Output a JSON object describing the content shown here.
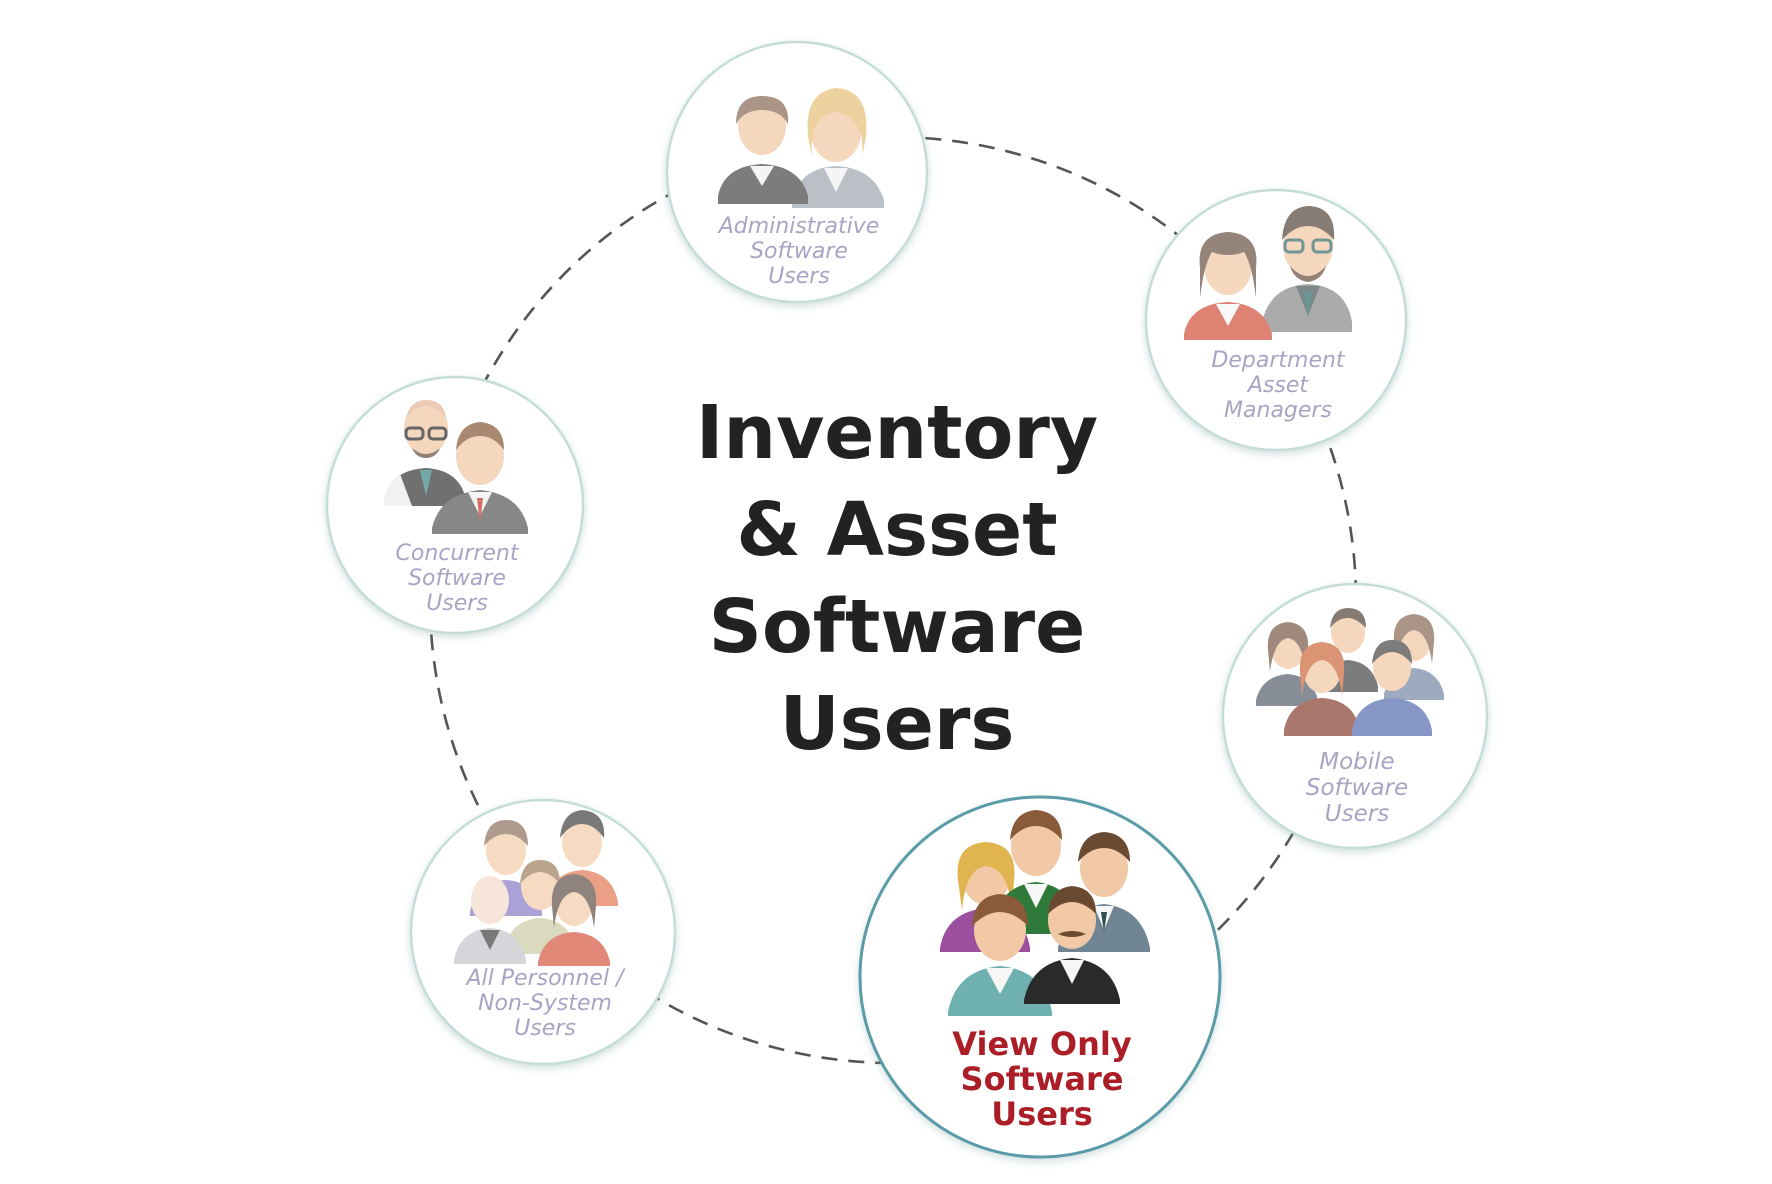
{
  "title_lines": [
    "Inventory",
    "& Asset",
    "Software",
    "Users"
  ],
  "nodes": [
    {
      "id": "administrative",
      "lines": [
        "Administrative",
        "Software",
        "Users"
      ],
      "active": false,
      "group": "pair-man-woman"
    },
    {
      "id": "department",
      "lines": [
        "Department",
        "Asset",
        "Managers"
      ],
      "active": false,
      "group": "pair-woman-man-glasses"
    },
    {
      "id": "mobile",
      "lines": [
        "Mobile",
        "Software",
        "Users"
      ],
      "active": false,
      "group": "team-five"
    },
    {
      "id": "view-only",
      "lines": [
        "View Only",
        "Software",
        "Users"
      ],
      "active": true,
      "group": "team-five-large"
    },
    {
      "id": "all-personnel",
      "lines": [
        "All Personnel /",
        "Non-System",
        "Users"
      ],
      "active": false,
      "group": "team-five-light"
    },
    {
      "id": "concurrent",
      "lines": [
        "Concurrent",
        "Software",
        "Users"
      ],
      "active": false,
      "group": "pair-bald-man"
    }
  ],
  "colors": {
    "active_label": "#ab1e27",
    "faded_label": "#a9a3c4",
    "title": "#222222",
    "circle_stroke": "#c5ddd8",
    "connector": "#555555"
  }
}
